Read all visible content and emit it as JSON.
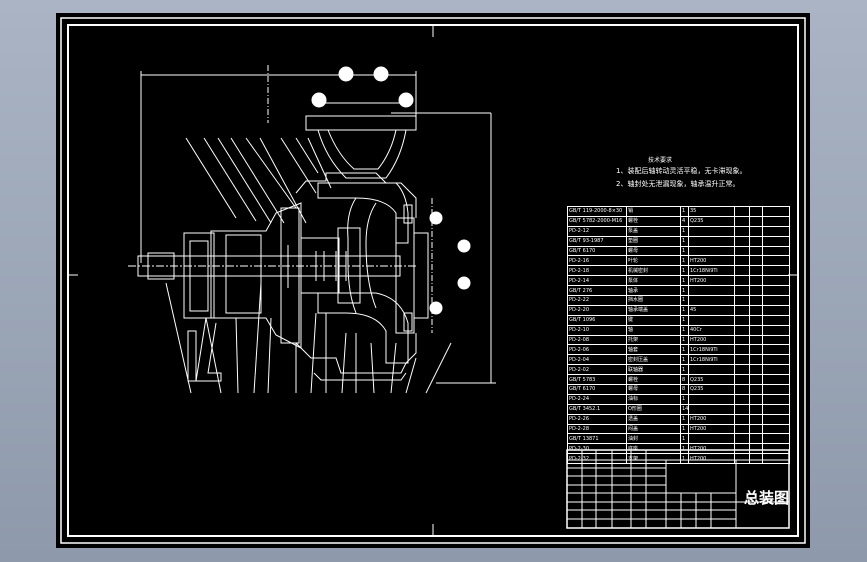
{
  "title_block": {
    "drawing_name": "总装图"
  },
  "technical_requirements": {
    "title": "技术要求",
    "notes": [
      "1、装配后轴转动灵活平稳，无卡滞现象。",
      "2、轴封处无泄漏现象，轴承温升正常。"
    ]
  },
  "bill_of_materials": {
    "rows": [
      {
        "code": "GB/T 119-2000-8×30",
        "name": "销",
        "qty": "1",
        "material": "35",
        "mass": "",
        "total": "",
        "note": ""
      },
      {
        "code": "GB/T 5782-2000-M16",
        "name": "螺栓",
        "qty": "4",
        "material": "Q235",
        "mass": "",
        "total": "",
        "note": ""
      },
      {
        "code": "PD-2-12",
        "name": "泵盖",
        "qty": "1",
        "material": "",
        "mass": "",
        "total": "",
        "note": ""
      },
      {
        "code": "GB/T 93-1987",
        "name": "垫圈",
        "qty": "1",
        "material": "",
        "mass": "",
        "total": "",
        "note": ""
      },
      {
        "code": "GB/T 6170",
        "name": "螺母",
        "qty": "1",
        "material": "",
        "mass": "",
        "total": "",
        "note": ""
      },
      {
        "code": "PD-2-16",
        "name": "叶轮",
        "qty": "1",
        "material": "HT200",
        "mass": "",
        "total": "",
        "note": ""
      },
      {
        "code": "PD-2-18",
        "name": "机械密封",
        "qty": "1",
        "material": "1Cr18Ni9Ti",
        "mass": "",
        "total": "",
        "note": ""
      },
      {
        "code": "PD-2-14",
        "name": "泵体",
        "qty": "1",
        "material": "HT200",
        "mass": "",
        "total": "",
        "note": ""
      },
      {
        "code": "GB/T 276",
        "name": "轴承",
        "qty": "1",
        "material": "",
        "mass": "",
        "total": "",
        "note": ""
      },
      {
        "code": "PD-2-22",
        "name": "挡水圈",
        "qty": "1",
        "material": "",
        "mass": "",
        "total": "",
        "note": ""
      },
      {
        "code": "PD-2-20",
        "name": "轴承端盖",
        "qty": "1",
        "material": "45",
        "mass": "",
        "total": "",
        "note": ""
      },
      {
        "code": "GB/T 1096",
        "name": "键",
        "qty": "1",
        "material": "",
        "mass": "",
        "total": "",
        "note": ""
      },
      {
        "code": "PD-2-10",
        "name": "轴",
        "qty": "1",
        "material": "40Cr",
        "mass": "",
        "total": "",
        "note": ""
      },
      {
        "code": "PD-2-08",
        "name": "托架",
        "qty": "1",
        "material": "HT200",
        "mass": "",
        "total": "",
        "note": ""
      },
      {
        "code": "PD-2-06",
        "name": "轴套",
        "qty": "1",
        "material": "1Cr18Ni9Ti",
        "mass": "",
        "total": "",
        "note": ""
      },
      {
        "code": "PD-2-04",
        "name": "密封压盖",
        "qty": "1",
        "material": "1Cr18Ni9Ti",
        "mass": "",
        "total": "",
        "note": ""
      },
      {
        "code": "PD-2-02",
        "name": "联轴器",
        "qty": "1",
        "material": "",
        "mass": "",
        "total": "",
        "note": ""
      },
      {
        "code": "GB/T 5783",
        "name": "螺栓",
        "qty": "8",
        "material": "Q235",
        "mass": "",
        "total": "",
        "note": ""
      },
      {
        "code": "GB/T 6170",
        "name": "螺母",
        "qty": "8",
        "material": "Q235",
        "mass": "",
        "total": "",
        "note": ""
      },
      {
        "code": "PD-2-24",
        "name": "油标",
        "qty": "1",
        "material": "",
        "mass": "",
        "total": "",
        "note": ""
      },
      {
        "code": "GB/T 3452.1",
        "name": "O形圈",
        "qty": "14",
        "material": "",
        "mass": "",
        "total": "",
        "note": ""
      },
      {
        "code": "PD-2-26",
        "name": "透盖",
        "qty": "1",
        "material": "HT200",
        "mass": "",
        "total": "",
        "note": ""
      },
      {
        "code": "PD-2-28",
        "name": "闷盖",
        "qty": "1",
        "material": "HT200",
        "mass": "",
        "total": "",
        "note": ""
      },
      {
        "code": "GB/T 13871",
        "name": "油封",
        "qty": "1",
        "material": "",
        "mass": "",
        "total": "",
        "note": ""
      },
      {
        "code": "PD-2-30",
        "name": "底座",
        "qty": "1",
        "material": "HT200",
        "mass": "",
        "total": "",
        "note": ""
      },
      {
        "code": "PD-2-32",
        "name": "支架",
        "qty": "1",
        "material": "HT200",
        "mass": "",
        "total": "",
        "note": ""
      }
    ]
  },
  "colors": {
    "paper": "#000000",
    "line": "#ffffff",
    "background": "#9aa5b6"
  }
}
